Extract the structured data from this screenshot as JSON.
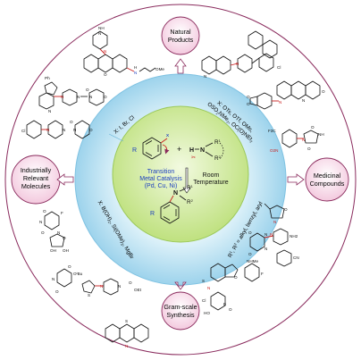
{
  "nodes": {
    "top": [
      "Natural",
      "Products"
    ],
    "right": [
      "Medicinal",
      "Compounds"
    ],
    "bottom": [
      "Gram-scale",
      "Synthesis"
    ],
    "left": [
      "Industrially",
      "Relevant",
      "Molecules"
    ]
  },
  "center": {
    "catalysis": [
      "Transition",
      "Metal Catalysis",
      "(Pd, Cu, Ni)"
    ],
    "conditions": [
      "Room",
      "Temperature"
    ],
    "plus": "+",
    "x_label": "X",
    "r1": "R",
    "r1_sup": "1",
    "r2": "R",
    "r2_sup": "2",
    "h": "H",
    "n": "N"
  },
  "ring_text": {
    "top_left": "X: I, Br, Cl",
    "top_right_1": "X: OTs, OTf, OMs,",
    "top_right_2": "OSO",
    "top_right_2b": "NMe",
    "top_right_2c": ", OC(O)NEt",
    "bottom_left": "X: B(OH)",
    "bottom_left_b": ", Si(OMe)",
    "bottom_left_c": ", MgBr",
    "bottom_right_1": "R",
    "bottom_right_2": ", R",
    "bottom_right_3": " = alkyl, benzyl, aryl"
  },
  "atoms": {
    "n": "N",
    "o": "O",
    "f": "F",
    "cl": "Cl",
    "h": "H",
    "s": "S",
    "b": "B",
    "nh": "NH",
    "ome": "OMe",
    "nhme": "NHMe",
    "nh2": "NH",
    "cf3": "F3C",
    "no2": "O2N",
    "cn": "CN",
    "oet": "OEt",
    "obu": "OᵗBu",
    "ph": "Ph",
    "me": "Me",
    "oh": "OH",
    "ho": "HO"
  },
  "colors": {
    "outer_ring": "#ffffff",
    "blue_band": "#a7d8ee",
    "core_green": "#c4e487",
    "node_pink": "#f9dcec",
    "node_border": "#8a2b5d",
    "arrow": "#8a2b5d",
    "red_atom": "#c81e1e",
    "blue_atom": "#1c3fbf"
  }
}
